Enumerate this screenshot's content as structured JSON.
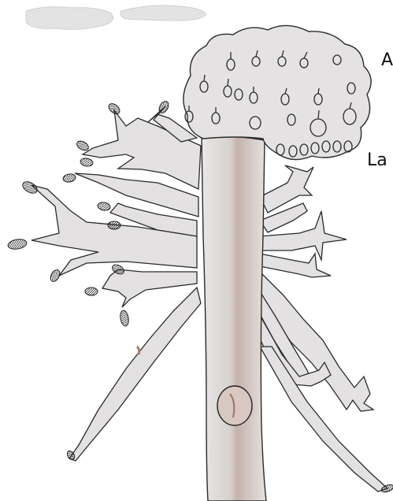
{
  "image": {
    "subject": "tree-sketch",
    "colors": {
      "background": "#ffffff",
      "pencil": "#2b2b2b",
      "fill": "#e3e1e1",
      "trunk_fill": "#dcd6d4",
      "trunk_stain": "#b79e92"
    }
  },
  "labels": {
    "label_a": "A",
    "label_la": "La"
  }
}
